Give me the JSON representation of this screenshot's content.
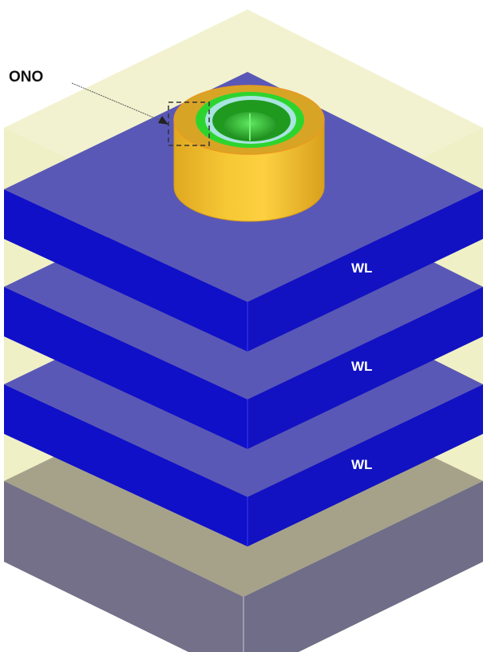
{
  "labels": {
    "ono": "ONO",
    "wordlines": [
      "WL",
      "WL",
      "WL"
    ]
  },
  "colors": {
    "oxide": "#f0f0c6",
    "oxide_top": "#f3f3d2",
    "wl_top": "#5a58b6",
    "wl_side": "#1010c8",
    "substrate_top": "#a6a28a",
    "substrate_side": "#727088",
    "channel_outer": "#f2c22c",
    "charge_trap": "#2ed42e",
    "tunnel_oxide": "#a8e4e0",
    "channel_core": "#1f9a1f"
  }
}
